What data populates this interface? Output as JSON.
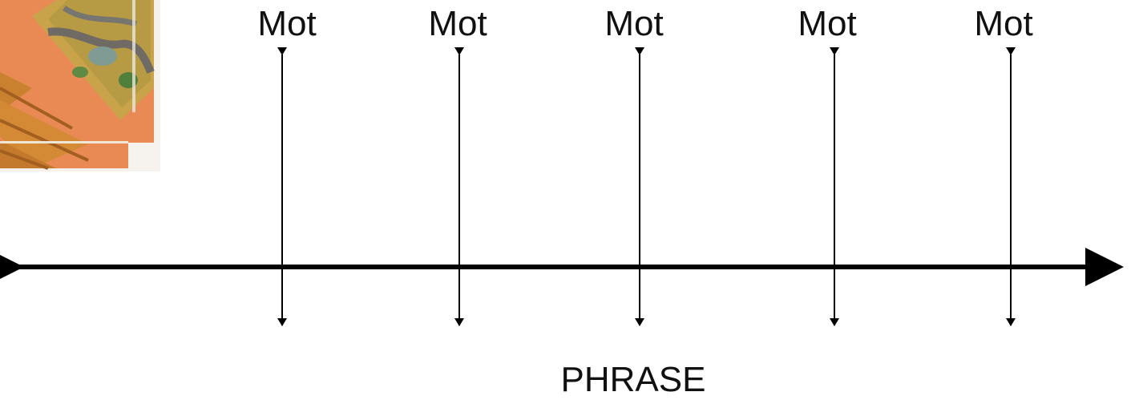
{
  "words": [
    {
      "label": "Mot"
    },
    {
      "label": "Mot"
    },
    {
      "label": "Mot"
    },
    {
      "label": "Mot"
    },
    {
      "label": "Mot"
    }
  ],
  "phrase": {
    "label": "PHRASE"
  },
  "colors": {
    "line": "#000000",
    "text": "#111111",
    "photo_bg": "#e98a55",
    "photo_frame": "#f4efe8"
  }
}
